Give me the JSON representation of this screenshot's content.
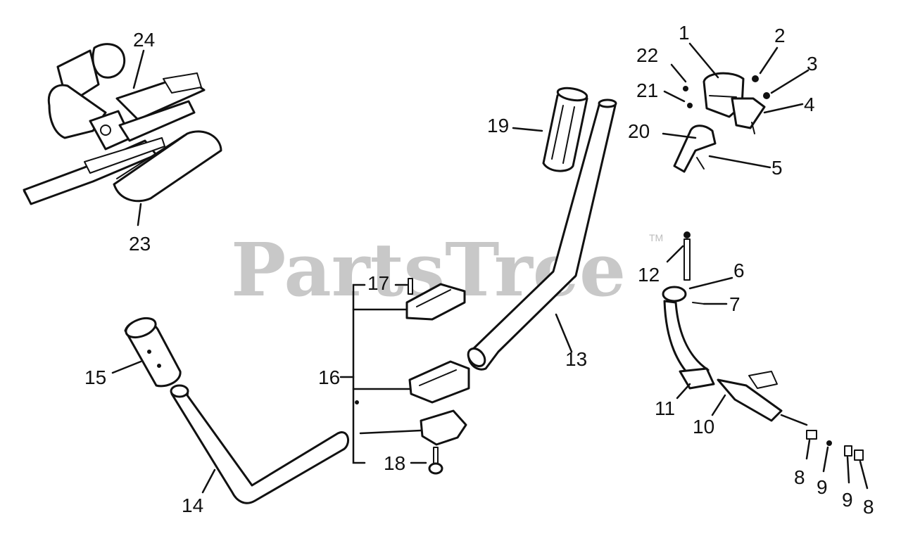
{
  "watermark": {
    "text": "PartsTree",
    "trademark": "TM"
  },
  "callouts": {
    "c1": "1",
    "c2": "2",
    "c3": "3",
    "c4": "4",
    "c5": "5",
    "c6": "6",
    "c7": "7",
    "c8a": "8",
    "c8b": "8",
    "c9a": "9",
    "c9b": "9",
    "c10": "10",
    "c11": "11",
    "c12": "12",
    "c13": "13",
    "c14": "14",
    "c15": "15",
    "c16": "16",
    "c17": "17",
    "c18": "18",
    "c19": "19",
    "c20": "20",
    "c21": "21",
    "c22": "22",
    "c23": "23",
    "c24": "24"
  },
  "colors": {
    "ink": "#111111",
    "watermark": "#c8c8c8",
    "background": "#ffffff"
  }
}
